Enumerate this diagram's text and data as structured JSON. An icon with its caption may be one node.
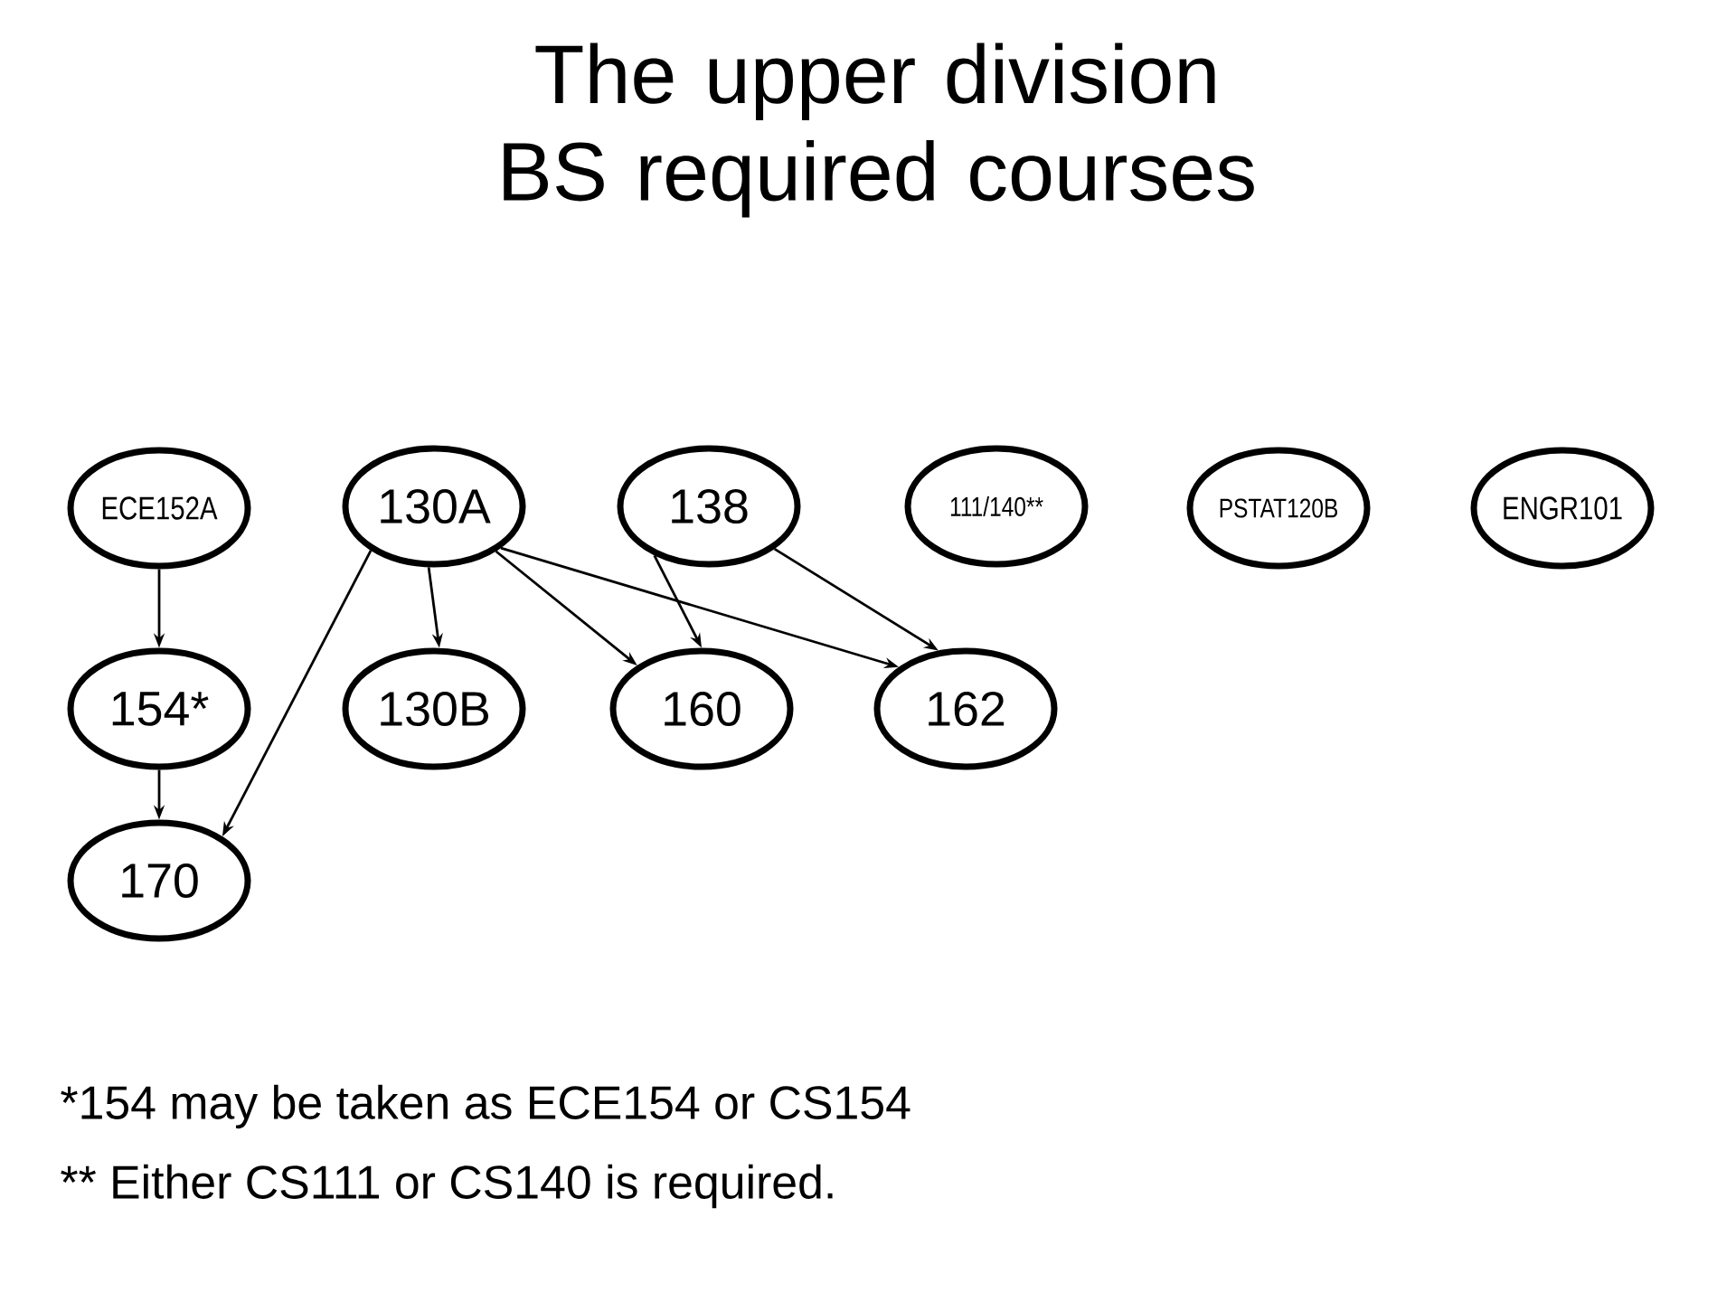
{
  "diagram": {
    "title": "The upper division BS required courses",
    "nodes": [
      {
        "text": [
          "ECE152A"
        ]
      },
      {
        "text": [
          "130A"
        ]
      },
      {
        "text": [
          "138"
        ]
      },
      {
        "text": [
          "111/140**"
        ]
      },
      {
        "text": [
          "PSTAT120B"
        ]
      },
      {
        "text": [
          "ENGR101"
        ]
      },
      {
        "text": [
          "154*"
        ]
      },
      {
        "text": [
          "130B"
        ]
      },
      {
        "text": [
          "160"
        ]
      },
      {
        "text": [
          "162"
        ]
      },
      {
        "text": [
          "170"
        ]
      }
    ],
    "edges": [
      {
        "from": 0,
        "to": 6,
        "arrow": "to"
      },
      {
        "from": 6,
        "to": 10,
        "arrow": "to"
      },
      {
        "from": 1,
        "to": 10,
        "arrow": "to"
      },
      {
        "from": 1,
        "to": 7,
        "arrow": "to"
      },
      {
        "from": 1,
        "to": 8,
        "arrow": "to"
      },
      {
        "from": 1,
        "to": 9,
        "arrow": "to"
      },
      {
        "from": 2,
        "to": 8,
        "arrow": "to"
      },
      {
        "from": 2,
        "to": 9,
        "arrow": "to"
      }
    ],
    "labels": [
      "*154 may be taken as ECE154 or CS154",
      "** Either CS111 or CS140 is required."
    ]
  }
}
